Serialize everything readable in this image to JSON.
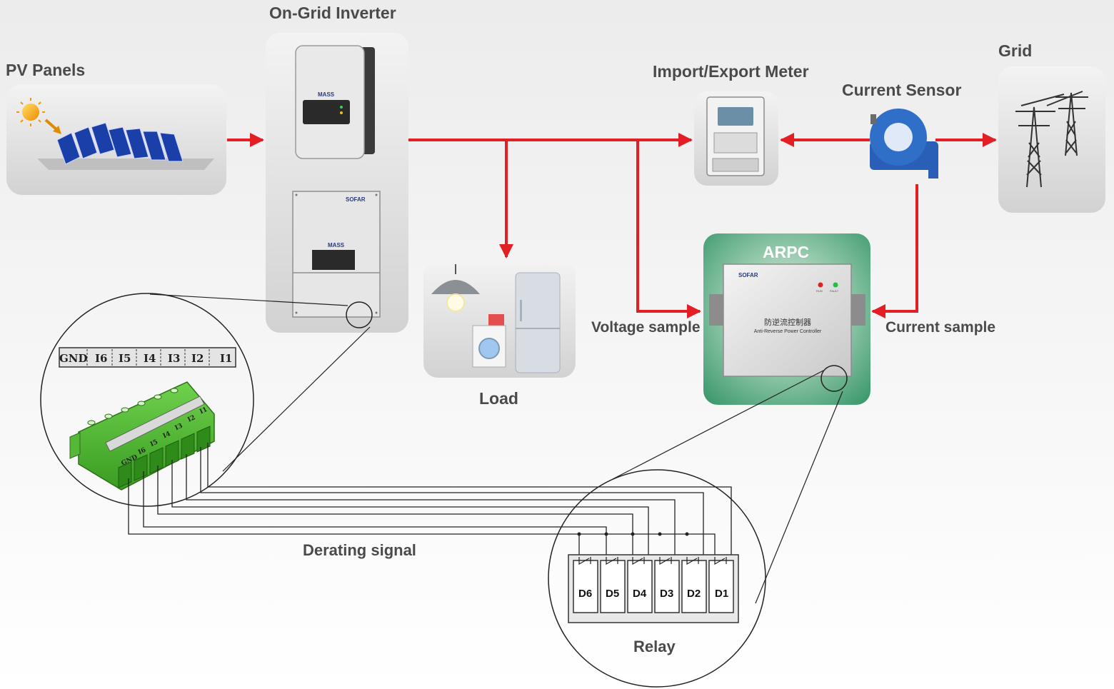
{
  "labels": {
    "pv_panels": "PV Panels",
    "on_grid_inverter": "On-Grid Inverter",
    "import_export_meter": "Import/Export Meter",
    "current_sensor": "Current Sensor",
    "grid": "Grid",
    "load": "Load",
    "arpc": "ARPC",
    "voltage_sample": "Voltage sample",
    "current_sample": "Current sample",
    "derating_signal": "Derating signal",
    "relay": "Relay"
  },
  "arpc_device": {
    "brand": "SOFAR",
    "title_cn": "防逆流控制器",
    "title_en": "Anti-Reverse Power Controller",
    "led_left": "RUN",
    "led_right": "FAULT"
  },
  "inverter_brand": "MASS",
  "inverter_brand_2": "SOFAR",
  "terminal_labels": [
    "GND",
    "I6",
    "I5",
    "I4",
    "I3",
    "I2",
    "I1"
  ],
  "relay_labels": [
    "D6",
    "D5",
    "D4",
    "D3",
    "D2",
    "D1"
  ],
  "colors": {
    "power_line": "#e31e24",
    "arpc_panel": "#3f9a70",
    "connector": "#4cb82f",
    "sensor": "#2f6fc8",
    "label_text": "#4a4a4a"
  }
}
